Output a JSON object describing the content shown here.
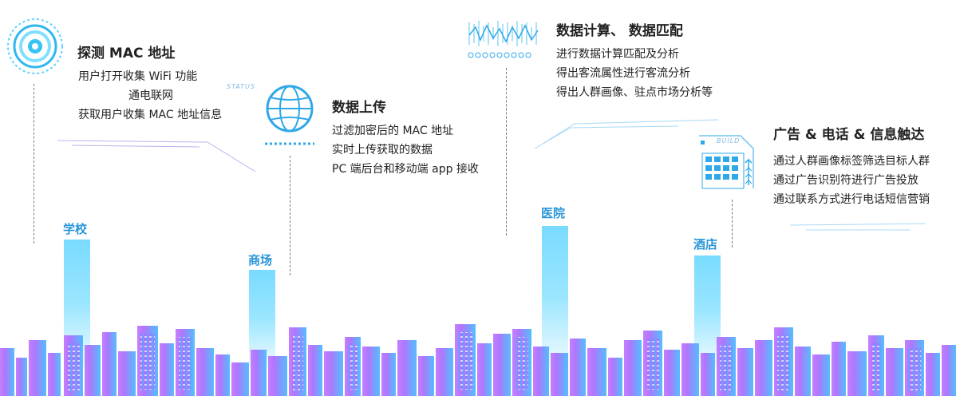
{
  "sections": [
    {
      "id": "probe",
      "title": "探测 MAC 地址",
      "lines": [
        "用户打开收集 WiFi 功能",
        "通电联网",
        "获取用户收集 MAC 地址信息"
      ]
    },
    {
      "id": "upload",
      "title": "数据上传",
      "lines": [
        "过滤加密后的 MAC 地址",
        "实时上传获取的数据",
        "PC 端后台和移动端 app 接收"
      ]
    },
    {
      "id": "compute",
      "title": "数据计算、 数据匹配",
      "lines": [
        "进行数据计算匹配及分析",
        "得出客流属性进行客流分析",
        "得出人群画像、驻点市场分析等"
      ]
    },
    {
      "id": "reach",
      "title": "广告 & 电话 & 信息触达",
      "lines": [
        "通过人群画像标签筛选目标人群",
        "通过广告识别符进行广告投放",
        "通过联系方式进行电话短信营销"
      ]
    }
  ],
  "places": [
    "学校",
    "商场",
    "医院",
    "酒店"
  ],
  "icon_tags": {
    "status": "STATUS",
    "building": "BUILD"
  },
  "icons": {
    "probe": "radar-icon",
    "upload": "globe-icon",
    "compute": "waveform-icon",
    "reach": "building-icon"
  },
  "colors": {
    "bar": "#79dbff",
    "place_label": "#2a95d8",
    "city_left": "#c06bff",
    "city_right": "#4fb6ff"
  }
}
